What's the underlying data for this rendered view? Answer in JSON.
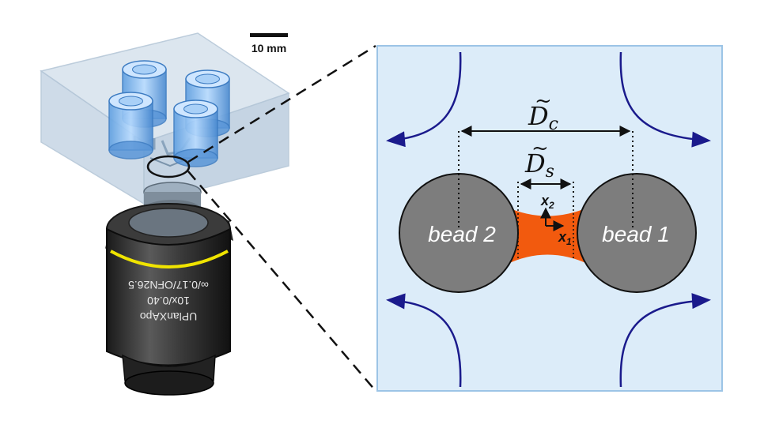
{
  "scale_bar": {
    "label": "10 mm"
  },
  "objective": {
    "line1": "UPlanXApo",
    "line2": "10x/0.40",
    "line3": "∞/0.17/OFN26.5"
  },
  "beads": {
    "left": "bead 2",
    "right": "bead 1"
  },
  "dimensions": {
    "dc_base": "D",
    "dc_sub": "c",
    "ds_base": "D",
    "ds_sub": "s",
    "tilde": "~"
  },
  "axes": {
    "x1_base": "x",
    "x1_sub": "1",
    "x2_base": "x",
    "x2_sub": "2"
  },
  "colors": {
    "panel_bg": "#dcecf9",
    "panel_border": "#9cc4e6",
    "flow_arrow": "#1a1a8c",
    "bead_fill": "#7d7d7d",
    "bridge": "#f25a0e",
    "lens_ring": "#f0e400"
  }
}
